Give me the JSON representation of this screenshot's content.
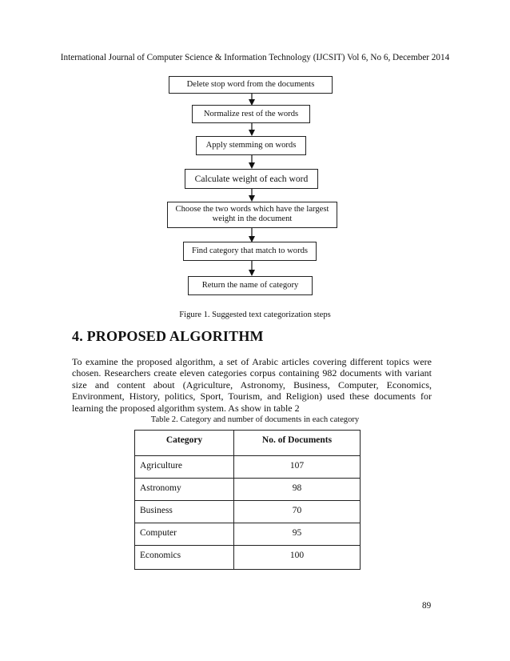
{
  "header": {
    "running_title": "International Journal of Computer Science & Information Technology (IJCSIT) Vol 6, No 6, December 2014"
  },
  "figure": {
    "steps": [
      "Delete stop word from the documents",
      "Normalize rest of the words",
      "Apply stemming on words",
      "Calculate weight of each word",
      "Choose the two words which have the largest weight in the document",
      "Find category that match to words",
      "Return the name of category"
    ],
    "caption": "Figure 1. Suggested text categorization steps"
  },
  "section": {
    "heading": "4.  PROPOSED ALGORITHM",
    "paragraph": "To examine the proposed algorithm, a set of Arabic articles covering different topics were chosen. Researchers create eleven categories corpus containing 982 documents with variant size and content about (Agriculture, Astronomy, Business, Computer, Economics, Environment, History, politics, Sport, Tourism, and Religion) used these documents for learning the proposed algorithm system. As show in table 2"
  },
  "table": {
    "caption": "Table 2. Category and number of documents in each category",
    "headers": [
      "Category",
      "No. of Documents"
    ],
    "rows": [
      [
        "Agriculture",
        "107"
      ],
      [
        "Astronomy",
        "98"
      ],
      [
        "Business",
        "70"
      ],
      [
        "Computer",
        "95"
      ],
      [
        "Economics",
        "100"
      ]
    ]
  },
  "footer": {
    "page_number": "89"
  }
}
